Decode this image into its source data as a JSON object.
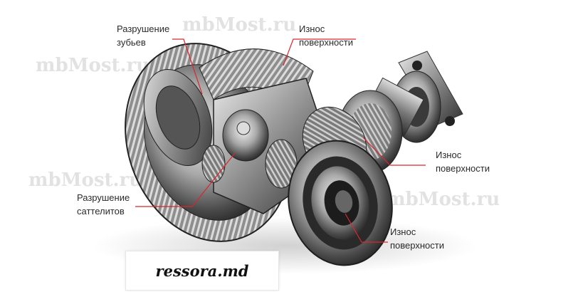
{
  "callouts": {
    "teeth": [
      "Разрушение",
      "зубьев"
    ],
    "surface_top": [
      "Износ",
      "поверхности"
    ],
    "satellites": [
      "Разрушение",
      "саттелитов"
    ],
    "surface_right": [
      "Износ",
      "поверхности"
    ],
    "surface_bottom": [
      "Износ",
      "поверхности"
    ]
  },
  "watermark": "mbMost.ru",
  "brand": "ressora.md",
  "colors": {
    "callout_line": "#d9272e",
    "text": "#2b2b2b"
  },
  "icons": {
    "illustration": "differential-gear-icon"
  }
}
